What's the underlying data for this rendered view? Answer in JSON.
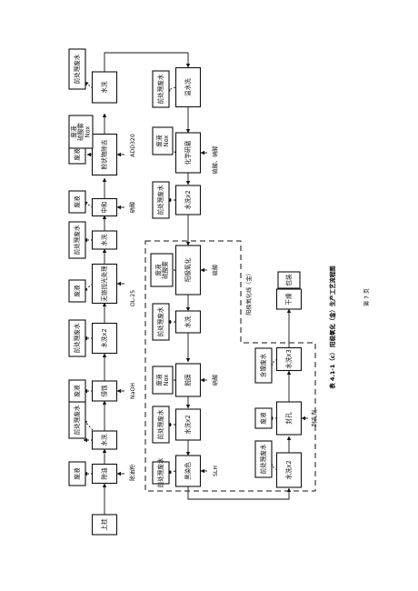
{
  "caption": "表 4.1-1（c） 阳极氧化（金）生产工艺流程图",
  "page": "第 7 页",
  "region_label": "阳极氧化线（金）",
  "labels": {
    "l_degrease": "除油粉",
    "l_naoh": "NaOH",
    "l_ol25": "OL-25",
    "l_hno3": "硝酸",
    "l_add320": "ADD320",
    "l_h2so4": "硫酸",
    "l_hno3b": "硝酸",
    "l_slh": "SLH",
    "l_seal": "封孔剂",
    "l_chem": "硫酸、硝酸"
  },
  "boxes": {
    "up": "上挂",
    "degrease": "除油",
    "w1": "水洗",
    "etch": "侵蚀",
    "w2": "水洗x2",
    "ol": "无铬抛光处理",
    "w3": "水洗",
    "neut": "中和",
    "powder": "粉状物除去",
    "w4": "水洗",
    "hot": "温水洗",
    "chem": "化学研磨",
    "w5": "水洗x2",
    "anod": "阳极氧化",
    "w6": "水洗",
    "desmut": "脱膜",
    "w7": "水洗x2",
    "dye": "黑染色",
    "w8": "水洗x2",
    "seal": "封孔",
    "w9": "水洗x3",
    "dry": "干燥",
    "pack": "包装",
    "p1": "废液",
    "p2": "前处理废水",
    "p3": "废液",
    "p4": "前处理废水",
    "p5": "废液",
    "p6": "前处理废水",
    "p7": "废液",
    "p8": "前处理废水",
    "p9": "废液",
    "p10": "废液 硫酸雾 Nox",
    "p11": "前处理废水",
    "p12": "前处理废水",
    "p13": "废液 Nox",
    "p14": "前处理废水",
    "p15": "废液 硫酸雾",
    "p16": "前处理废水",
    "p17": "废液 Nox",
    "p18": "前处理废水",
    "p19": "废液",
    "p20": "前处理废水",
    "p21": "废液",
    "p22": "含镍废水"
  }
}
